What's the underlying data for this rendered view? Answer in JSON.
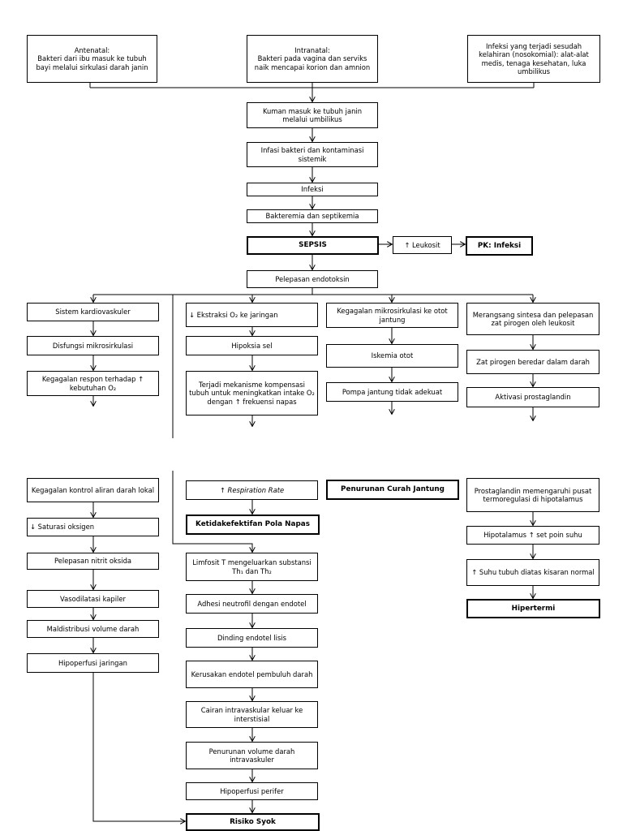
{
  "sources": {
    "antenatal": "Antenatal:\nBakteri dari ibu masuk ke tubuh bayi melalui sirkulasi darah janin",
    "intranatal": "Intranatal:\nBakteri pada vagina dan serviks naik mencapai korion dan amnion",
    "nosocomial": "Infeksi yang terjadi sesudah kelahiran (nosokomial): alat-alat medis, tenaga kesehatan, luka umbilikus"
  },
  "main_chain": {
    "kuman": "Kuman masuk ke tubuh janin melalui umbilikus",
    "infasi": "Infasi bakteri dan kontaminasi sistemik",
    "infeksi": "Infeksi",
    "bakteremia": "Bakteremia dan septikemia",
    "sepsis": "SEPSIS",
    "leukosit": "↑ Leukosit",
    "pk_infeksi": "PK: Infeksi",
    "endotoksin": "Pelepasan endotoksin"
  },
  "branch_cardio": {
    "sistem": "Sistem kardiovaskuler",
    "disfungsi": "Disfungsi mikrosirkulasi",
    "kegagalan_respon": "Kegagalan respon terhadap ↑ kebutuhan O₂"
  },
  "branch_resp": {
    "ekstraksi": "↓ Ekstraksi O₂ ke jaringan",
    "hipoksia": "Hipoksia sel",
    "kompensasi": "Terjadi mekanisme kompensasi tubuh untuk meningkatkan intake O₂ dengan ↑ frekuensi napas"
  },
  "branch_heart": {
    "mikrosirkulasi": "Kegagalan mikrosirkulasi ke otot jantung",
    "iskemia": "Iskemia otot",
    "pompa": "Pompa jantung tidak adekuat"
  },
  "branch_fever": {
    "pirogen": "Merangsang sintesa dan pelepasan zat pirogen oleh leukosit",
    "beredar": "Zat pirogen beredar dalam darah",
    "prostaglandin": "Aktivasi prostaglandin"
  },
  "lower_cardio": {
    "kontrol": "Kegagalan kontrol aliran darah lokal",
    "saturasi": "↓ Saturasi oksigen",
    "nitrit": "Pelepasan nitrit oksida",
    "vasodilatasi": "Vasodilatasi kapiler",
    "maldistribusi": "Maldistribusi volume darah",
    "hipoperfusi": "Hipoperfusi jaringan"
  },
  "lower_resp": {
    "rr": "↑ Respiration Rate",
    "pola_napas": "Ketidakefektifan Pola Napas",
    "limfosit": "Limfosit T mengeluarkan substansi Th₁ dan Th₂",
    "adhesi": "Adhesi neutrofil dengan endotel",
    "dinding": "Dinding endotel lisis",
    "kerusakan": "Kerusakan endotel pembuluh darah",
    "cairan": "Cairan intravaskular keluar ke interstisial",
    "volume": "Penurunan volume darah intravaskuler",
    "perifer": "Hipoperfusi perifer",
    "syok": "Risiko Syok"
  },
  "lower_heart": {
    "curah_jantung": "Penurunan Curah Jantung"
  },
  "lower_fever": {
    "termoregulasi": "Prostaglandin memengaruhi pusat termoregulasi di hipotalamus",
    "set_poin": "Hipotalamus ↑ set poin suhu",
    "suhu": "↑ Suhu tubuh diatas kisaran normal",
    "hipertermi": "Hipertermi"
  }
}
